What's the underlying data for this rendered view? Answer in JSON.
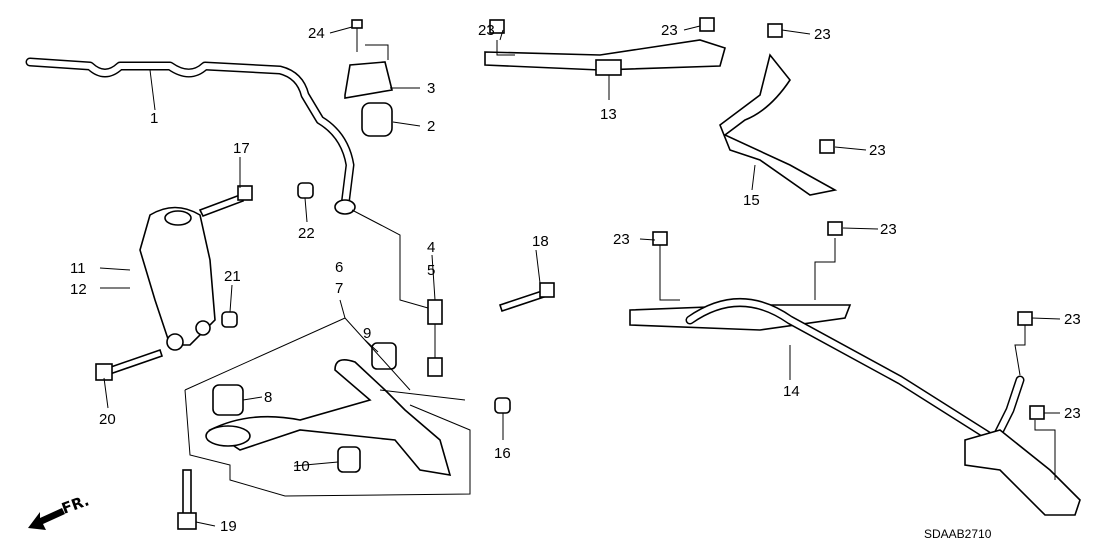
{
  "diagram": {
    "callouts": {
      "c1": "1",
      "c2": "2",
      "c3": "3",
      "c4": "4",
      "c5": "5",
      "c6": "6",
      "c7": "7",
      "c8": "8",
      "c9": "9",
      "c10": "10",
      "c11": "11",
      "c12": "12",
      "c13": "13",
      "c14": "14",
      "c15": "15",
      "c16": "16",
      "c17": "17",
      "c18": "18",
      "c19": "19",
      "c20": "20",
      "c21": "21",
      "c22": "22",
      "c23": "23",
      "c24": "24"
    },
    "front_indicator": "FR.",
    "diagram_code": "SDAAB2710"
  }
}
